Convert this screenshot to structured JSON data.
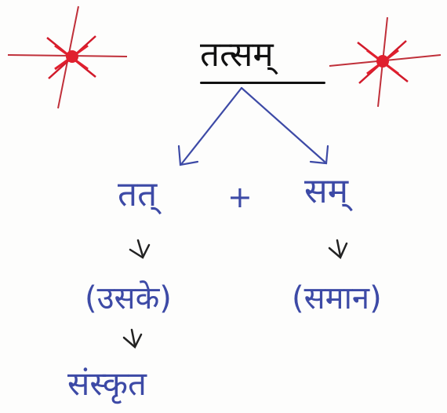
{
  "diagram": {
    "root": "तत्सम्",
    "left_part": "तत्",
    "operator": "+",
    "right_part": "सम्",
    "left_meaning": "(उसके)",
    "right_meaning": "(समान)",
    "left_result": "संस्कृत"
  },
  "colors": {
    "ink_blue": "#3d4aa6",
    "ink_black": "#111111",
    "star_red": "#d11a2a"
  }
}
